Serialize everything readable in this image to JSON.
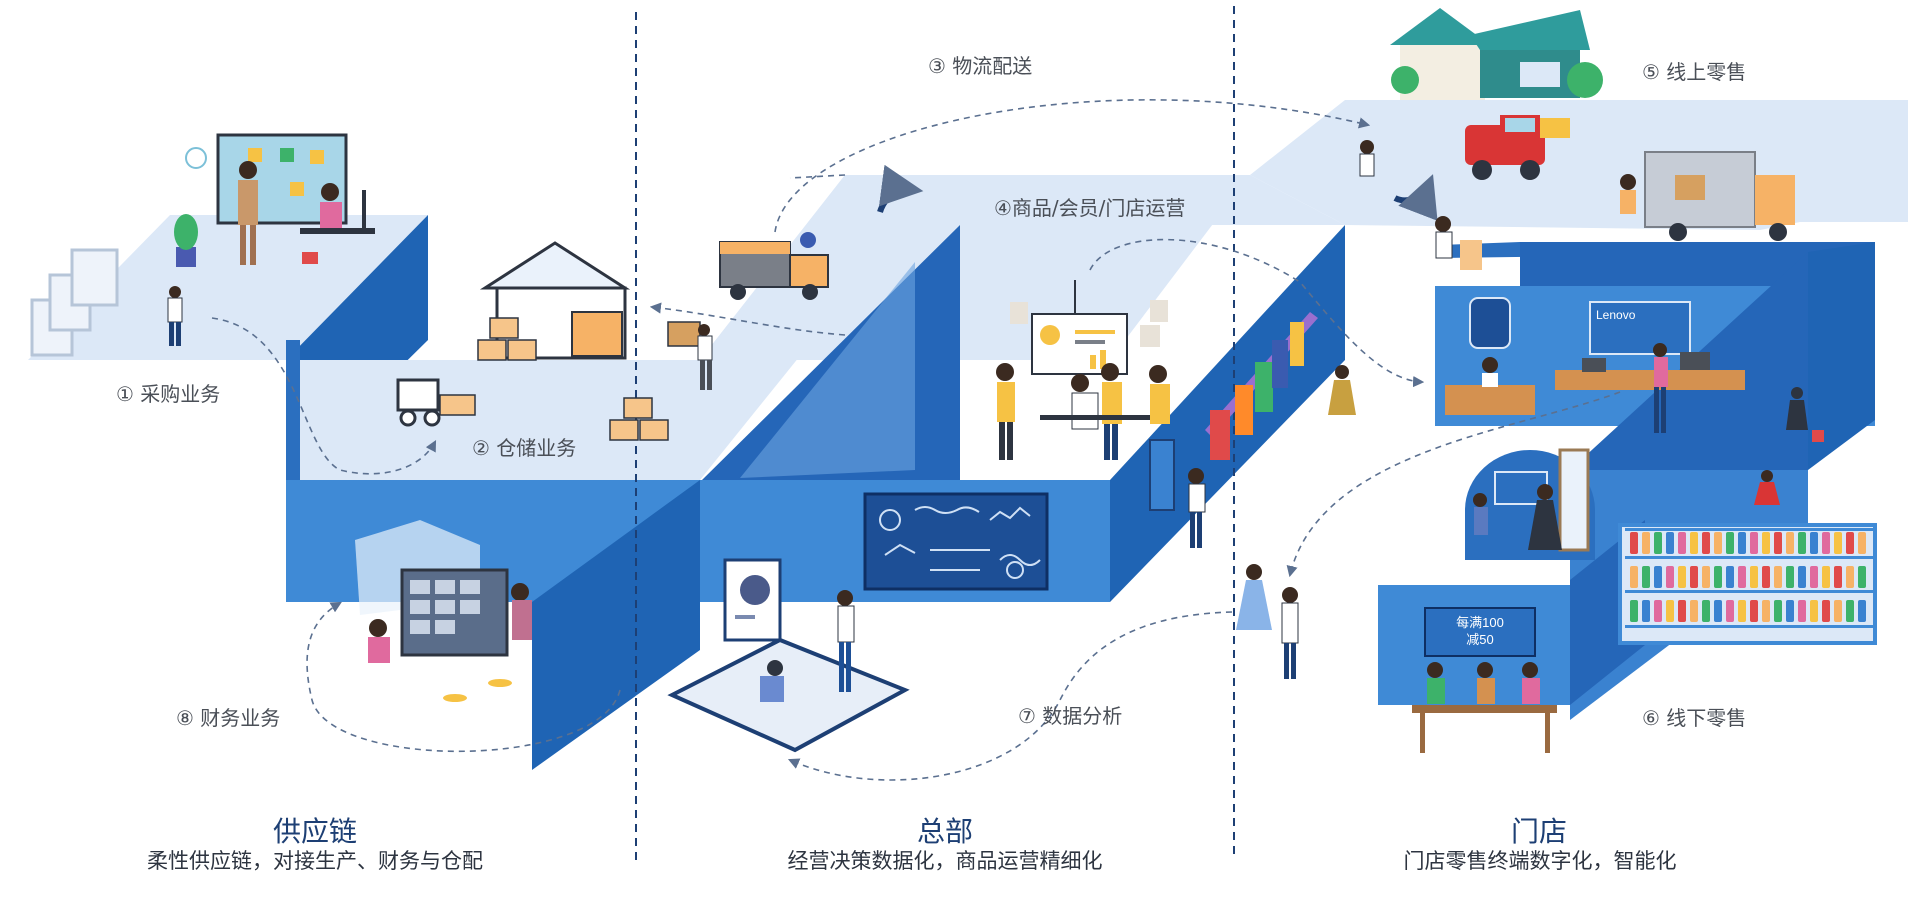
{
  "steps": {
    "s1": "① 采购业务",
    "s2": "② 仓储业务",
    "s3": "③ 物流配送",
    "s4": "④商品/会员/门店运营",
    "s5": "⑤ 线上零售",
    "s6": "⑥ 线下零售",
    "s7": "⑦ 数据分析",
    "s8": "⑧ 财务业务"
  },
  "sections": [
    {
      "title": "供应链",
      "subtitle": "柔性供应链，对接生产、财务与仓配"
    },
    {
      "title": "总部",
      "subtitle": "经营决策数据化，商品运营精细化"
    },
    {
      "title": "门店",
      "subtitle": "门店零售终端数字化，智能化"
    }
  ],
  "store_sign": {
    "line1": "每满100",
    "line2": "减50"
  },
  "screen_brand": "Lenovo",
  "colors": {
    "platform_top": "#dce8f7",
    "wall_mid": "#3f8ad6",
    "wall_dark": "#1f64b4",
    "divider": "#1d3f74",
    "arrow": "#5b7090"
  }
}
